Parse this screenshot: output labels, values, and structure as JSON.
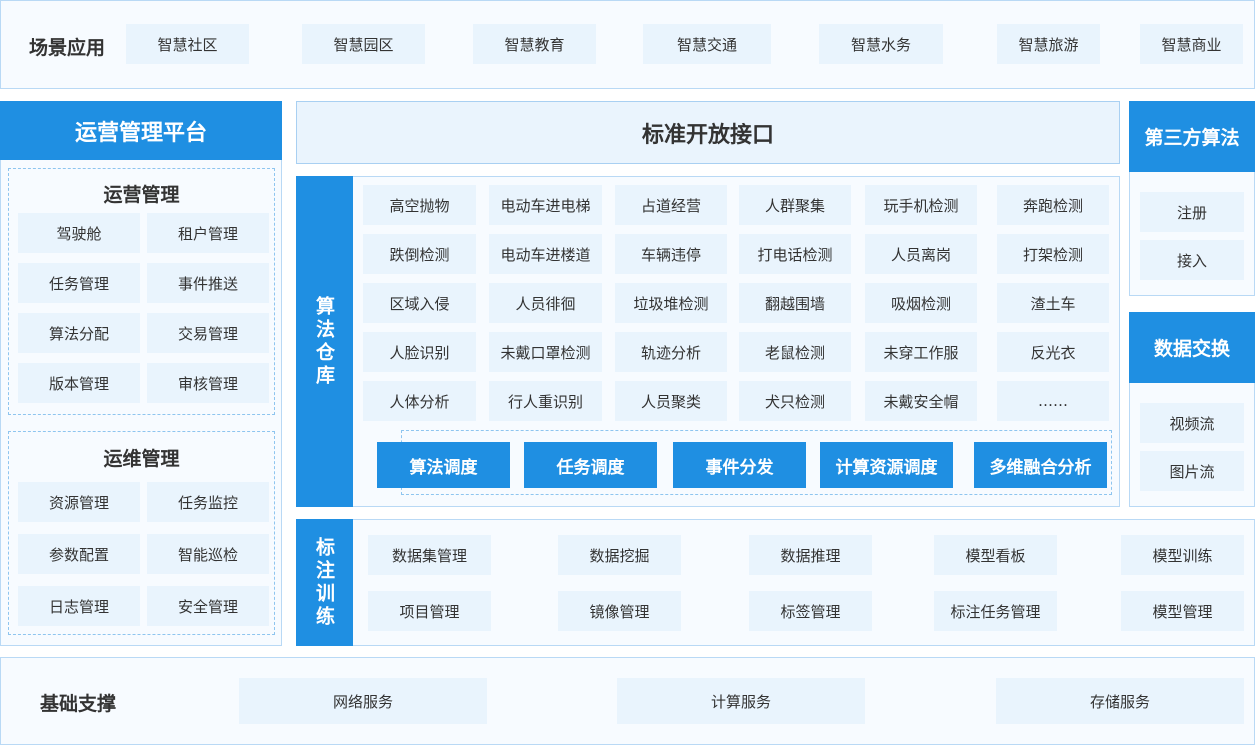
{
  "scenes": {
    "title": "场景应用",
    "items": [
      "智慧社区",
      "智慧园区",
      "智慧教育",
      "智慧交通",
      "智慧水务",
      "智慧旅游",
      "智慧商业"
    ]
  },
  "ops_platform": {
    "title": "运营管理平台",
    "operations": {
      "title": "运营管理",
      "items": [
        "驾驶舱",
        "租户管理",
        "任务管理",
        "事件推送",
        "算法分配",
        "交易管理",
        "版本管理",
        "审核管理"
      ]
    },
    "maintenance": {
      "title": "运维管理",
      "items": [
        "资源管理",
        "任务监控",
        "参数配置",
        "智能巡检",
        "日志管理",
        "安全管理"
      ]
    }
  },
  "open_api": {
    "title": "标准开放接口"
  },
  "algo_repo": {
    "title": "算法仓库",
    "items": [
      "高空抛物",
      "电动车进电梯",
      "占道经营",
      "人群聚集",
      "玩手机检测",
      "奔跑检测",
      "跌倒检测",
      "电动车进楼道",
      "车辆违停",
      "打电话检测",
      "人员离岗",
      "打架检测",
      "区域入侵",
      "人员徘徊",
      "垃圾堆检测",
      "翻越围墙",
      "吸烟检测",
      "渣土车",
      "人脸识别",
      "未戴口罩检测",
      "轨迹分析",
      "老鼠检测",
      "未穿工作服",
      "反光衣",
      "人体分析",
      "行人重识别",
      "人员聚类",
      "犬只检测",
      "未戴安全帽",
      "……"
    ],
    "actions": [
      "算法调度",
      "任务调度",
      "事件分发",
      "计算资源调度",
      "多维融合分析"
    ]
  },
  "third_party": {
    "title": "第三方算法",
    "items": [
      "注册",
      "接入"
    ]
  },
  "data_exchange": {
    "title": "数据交换",
    "items": [
      "视频流",
      "图片流"
    ]
  },
  "annotation": {
    "title": "标注训练",
    "items": [
      "数据集管理",
      "数据挖掘",
      "数据推理",
      "模型看板",
      "模型训练",
      "项目管理",
      "镜像管理",
      "标签管理",
      "标注任务管理",
      "模型管理"
    ]
  },
  "infra": {
    "title": "基础支撑",
    "items": [
      "网络服务",
      "计算服务",
      "存储服务"
    ]
  }
}
